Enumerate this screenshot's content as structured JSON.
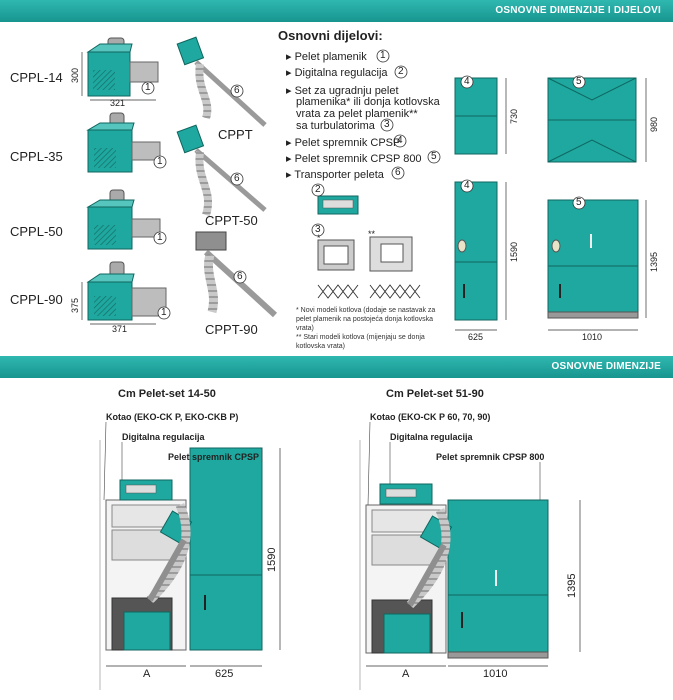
{
  "headers": {
    "top": "OSNOVNE DIMENZIJE I DIJELOVI",
    "bottom": "OSNOVNE DIMENZIJE"
  },
  "burners": [
    {
      "model": "CPPL-14",
      "height": "300",
      "width": "321"
    },
    {
      "model": "CPPL-35"
    },
    {
      "model": "CPPL-50"
    },
    {
      "model": "CPPL-90",
      "height": "375",
      "width": "371"
    }
  ],
  "conveyors": [
    "CPPT",
    "CPPT-50",
    "CPPT-90"
  ],
  "parts_title": "Osnovni dijelovi:",
  "parts": [
    {
      "label": "Pelet plamenik",
      "num": "1"
    },
    {
      "label": "Digitalna regulacija",
      "num": "2"
    },
    {
      "label": "Set za ugradnju pelet",
      "line2": "plamenika* ili donja kotlovska",
      "line3": "vrata za pelet plamenik**",
      "line4": "sa turbulatorima",
      "num": "3"
    },
    {
      "label": "Pelet spremnik CPSP",
      "num": "4"
    },
    {
      "label": "Pelet spremnik CPSP 800",
      "num": "5"
    },
    {
      "label": "Transporter peleta",
      "num": "6"
    }
  ],
  "markers": {
    "one": "1",
    "two": "2",
    "three": "3",
    "four": "4",
    "five": "5",
    "six": "6"
  },
  "stars": {
    "single": "*",
    "double": "**"
  },
  "notes": {
    "n1a": "* Novi modeli kotlova (dodaje se nastavak za",
    "n1b": "pelet plamenik na postojeća donja kotlovska",
    "n1c": "vrata)",
    "n2a": "** Stari modeli kotlova (mijenjaju se donja",
    "n2b": "kotlovska vrata)"
  },
  "tank_dims": {
    "cpsp_top_h": "730",
    "cpsp800_top_h": "980",
    "cpsp_h": "1590",
    "cpsp800_h": "1395",
    "cpsp_w": "625",
    "cpsp800_w": "1010"
  },
  "sets": [
    {
      "title": "Cm Pelet-set 14-50",
      "boiler": "Kotao (EKO-CK P, EKO-CKB P)",
      "reg": "Digitalna regulacija",
      "tank": "Pelet spremnik CPSP",
      "height": "1590",
      "a": "A",
      "width": "625"
    },
    {
      "title": "Cm Pelet-set 51-90",
      "boiler": "Kotao (EKO-CK P 60, 70, 90)",
      "reg": "Digitalna regulacija",
      "tank": "Pelet spremnik CPSP 800",
      "height": "1395",
      "a": "A",
      "width": "1010"
    }
  ],
  "colors": {
    "teal": "#1fa89f",
    "teal_dark": "#147a73",
    "band": "#1b9f98",
    "grey": "#9a9a9a"
  }
}
